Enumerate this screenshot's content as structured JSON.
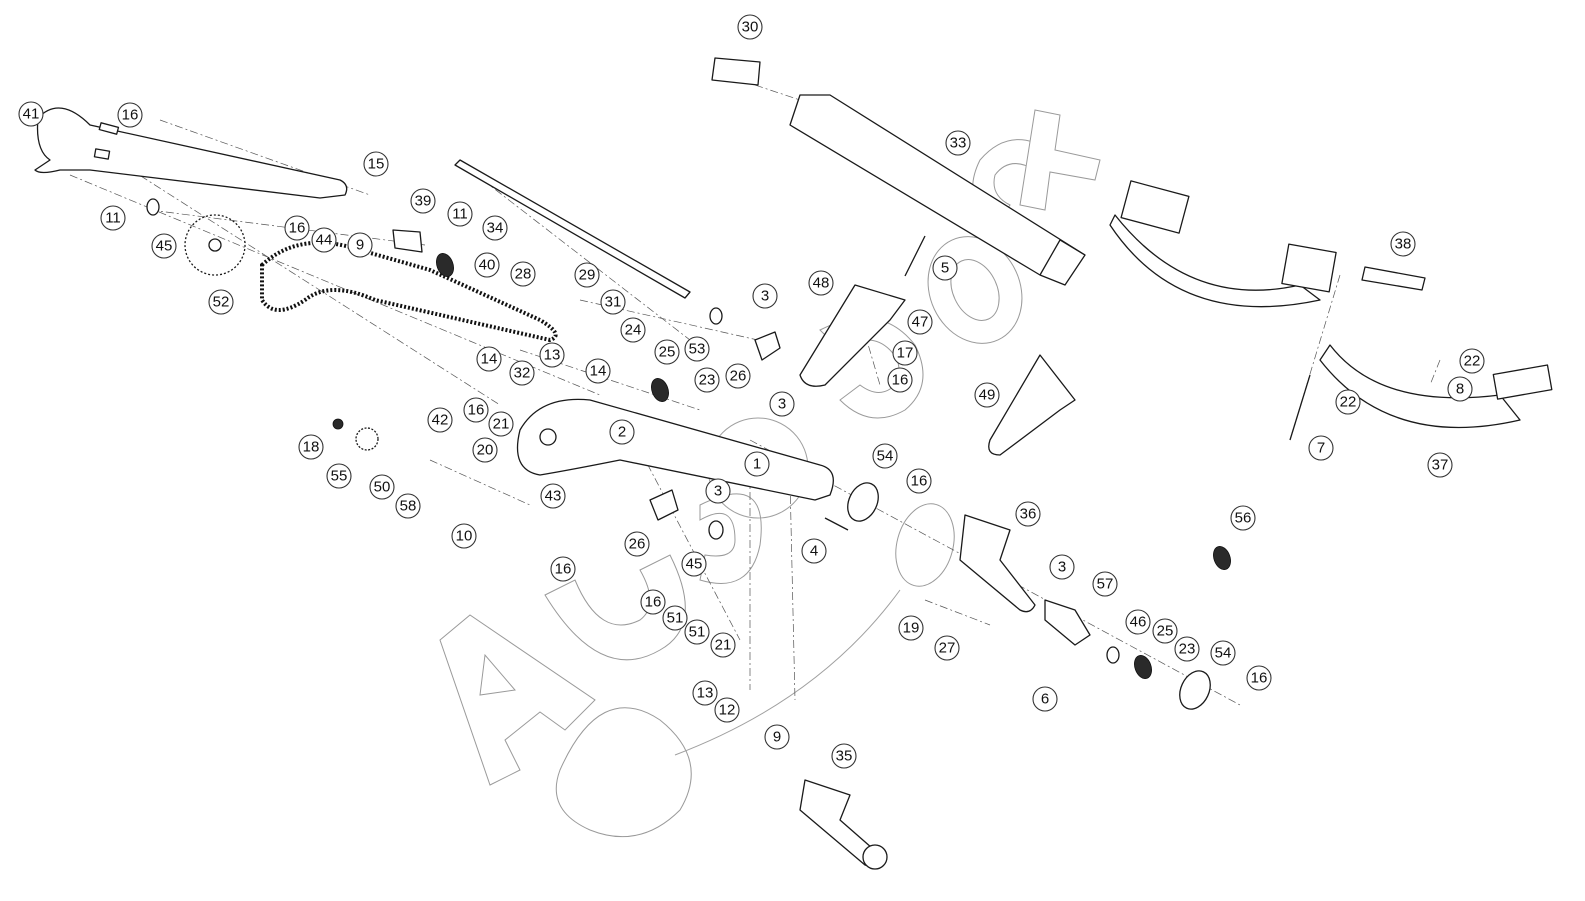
{
  "watermark": "AutoSoft",
  "callouts": [
    {
      "id": "c1",
      "label": "1"
    },
    {
      "id": "c2",
      "label": "2"
    },
    {
      "id": "c3a",
      "label": "3"
    },
    {
      "id": "c3b",
      "label": "3"
    },
    {
      "id": "c3c",
      "label": "3"
    },
    {
      "id": "c3d",
      "label": "3"
    },
    {
      "id": "c4",
      "label": "4"
    },
    {
      "id": "c5",
      "label": "5"
    },
    {
      "id": "c6",
      "label": "6"
    },
    {
      "id": "c7",
      "label": "7"
    },
    {
      "id": "c8",
      "label": "8"
    },
    {
      "id": "c9a",
      "label": "9"
    },
    {
      "id": "c9b",
      "label": "9"
    },
    {
      "id": "c10",
      "label": "10"
    },
    {
      "id": "c11a",
      "label": "11"
    },
    {
      "id": "c11b",
      "label": "11"
    },
    {
      "id": "c12",
      "label": "12"
    },
    {
      "id": "c13a",
      "label": "13"
    },
    {
      "id": "c13b",
      "label": "13"
    },
    {
      "id": "c14a",
      "label": "14"
    },
    {
      "id": "c14b",
      "label": "14"
    },
    {
      "id": "c15",
      "label": "15"
    },
    {
      "id": "c16a",
      "label": "16"
    },
    {
      "id": "c16b",
      "label": "16"
    },
    {
      "id": "c16c",
      "label": "16"
    },
    {
      "id": "c16d",
      "label": "16"
    },
    {
      "id": "c16e",
      "label": "16"
    },
    {
      "id": "c16f",
      "label": "16"
    },
    {
      "id": "c16g",
      "label": "16"
    },
    {
      "id": "c16h",
      "label": "16"
    },
    {
      "id": "c17",
      "label": "17"
    },
    {
      "id": "c18",
      "label": "18"
    },
    {
      "id": "c19",
      "label": "19"
    },
    {
      "id": "c20",
      "label": "20"
    },
    {
      "id": "c21a",
      "label": "21"
    },
    {
      "id": "c21b",
      "label": "21"
    },
    {
      "id": "c22a",
      "label": "22"
    },
    {
      "id": "c22b",
      "label": "22"
    },
    {
      "id": "c23a",
      "label": "23"
    },
    {
      "id": "c23b",
      "label": "23"
    },
    {
      "id": "c24",
      "label": "24"
    },
    {
      "id": "c25a",
      "label": "25"
    },
    {
      "id": "c25b",
      "label": "25"
    },
    {
      "id": "c26a",
      "label": "26"
    },
    {
      "id": "c26b",
      "label": "26"
    },
    {
      "id": "c27",
      "label": "27"
    },
    {
      "id": "c28",
      "label": "28"
    },
    {
      "id": "c29",
      "label": "29"
    },
    {
      "id": "c30",
      "label": "30"
    },
    {
      "id": "c31",
      "label": "31"
    },
    {
      "id": "c32",
      "label": "32"
    },
    {
      "id": "c33",
      "label": "33"
    },
    {
      "id": "c34",
      "label": "34"
    },
    {
      "id": "c35",
      "label": "35"
    },
    {
      "id": "c36",
      "label": "36"
    },
    {
      "id": "c37",
      "label": "37"
    },
    {
      "id": "c38",
      "label": "38"
    },
    {
      "id": "c39",
      "label": "39"
    },
    {
      "id": "c40",
      "label": "40"
    },
    {
      "id": "c41",
      "label": "41"
    },
    {
      "id": "c42",
      "label": "42"
    },
    {
      "id": "c43",
      "label": "43"
    },
    {
      "id": "c44",
      "label": "44"
    },
    {
      "id": "c45a",
      "label": "45"
    },
    {
      "id": "c45b",
      "label": "45"
    },
    {
      "id": "c46",
      "label": "46"
    },
    {
      "id": "c47",
      "label": "47"
    },
    {
      "id": "c48",
      "label": "48"
    },
    {
      "id": "c49",
      "label": "49"
    },
    {
      "id": "c50",
      "label": "50"
    },
    {
      "id": "c51a",
      "label": "51"
    },
    {
      "id": "c51b",
      "label": "51"
    },
    {
      "id": "c52",
      "label": "52"
    },
    {
      "id": "c53",
      "label": "53"
    },
    {
      "id": "c54a",
      "label": "54"
    },
    {
      "id": "c54b",
      "label": "54"
    },
    {
      "id": "c55",
      "label": "55"
    },
    {
      "id": "c56",
      "label": "56"
    },
    {
      "id": "c57",
      "label": "57"
    },
    {
      "id": "c58",
      "label": "58"
    }
  ]
}
